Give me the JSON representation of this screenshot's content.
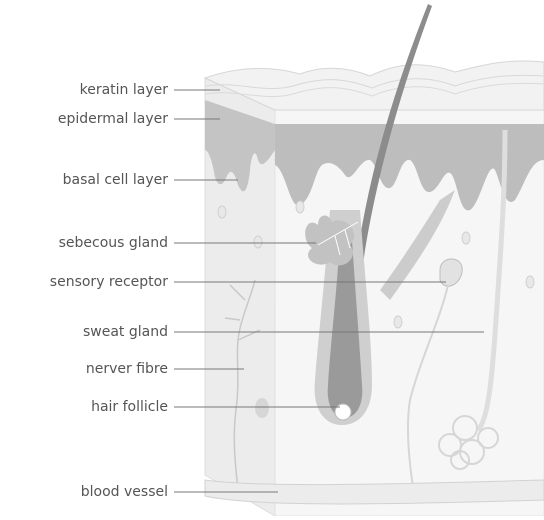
{
  "labels": {
    "keratin": "keratin layer",
    "epidermal": "epidermal layer",
    "basal": "basal cell layer",
    "sebecous": "sebecous gland",
    "sensory": "sensory receptor",
    "sweat": "sweat gland",
    "nerve": "nerver fibre",
    "follicle": "hair follicle",
    "vessel": "blood vessel"
  },
  "colors": {
    "front_face": "#f7f7f7",
    "side_face": "#ececec",
    "epidermis": "#bdbdbd",
    "keratin": "#f0f0f0",
    "hair": "#8a8a8a",
    "leader_line": "#777777",
    "label_text": "#555555"
  }
}
